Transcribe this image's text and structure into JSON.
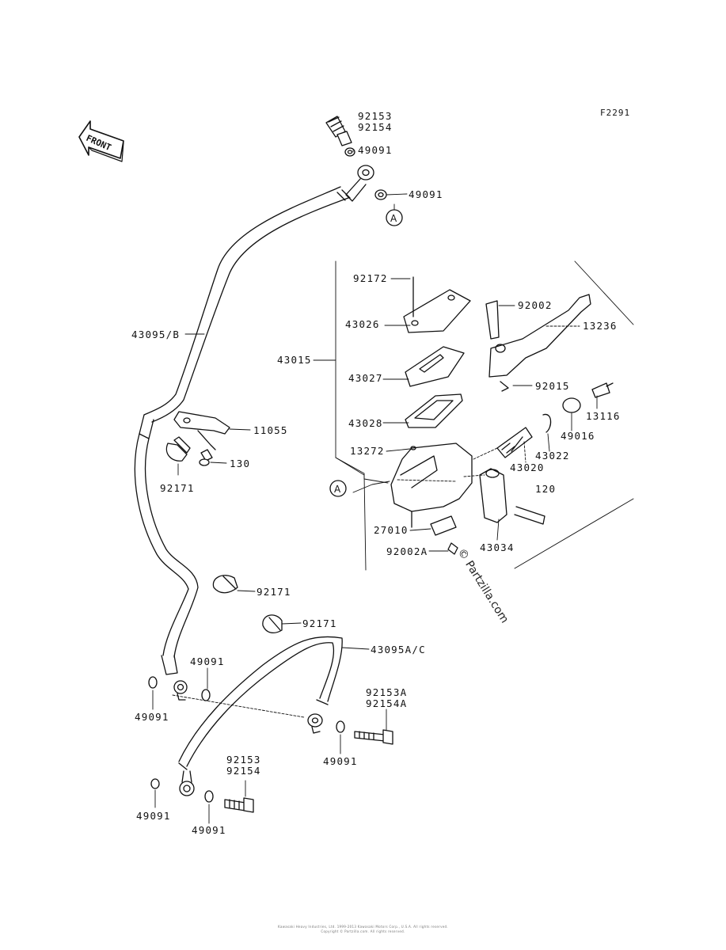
{
  "figure_code": "F2291",
  "front_arrow_text": "FRONT",
  "ref_marker": "A",
  "copyright_watermark": "© Partzilla.com",
  "footer_line_1": "Kawasaki Heavy Industries, Ltd. 1999-2013 Kawasaki Motors Corp., U.S.A. All rights reserved.",
  "footer_line_2": "Copyright © Partzilla.com. All rights reserved.",
  "labels": {
    "p92153_top": "92153",
    "p92154_top": "92154",
    "p49091_a": "49091",
    "p49091_b": "49091",
    "p43095B": "43095/B",
    "p11055": "11055",
    "p130": "130",
    "p92171_a": "92171",
    "p92171_b": "92171",
    "p92171_c": "92171",
    "p43095AC": "43095A/C",
    "p49091_c": "49091",
    "p49091_d": "49091",
    "p49091_e": "49091",
    "p92153A": "92153A",
    "p92154A": "92154A",
    "p92153_bot": "92153",
    "p92154_bot": "92154",
    "p49091_f": "49091",
    "p49091_g": "49091",
    "p92172": "92172",
    "p43026": "43026",
    "p43015": "43015",
    "p43027": "43027",
    "p43028": "43028",
    "p13272": "13272",
    "p27010": "27010",
    "p92002A": "92002A",
    "p92002": "92002",
    "p13236": "13236",
    "p92015": "92015",
    "p13116": "13116",
    "p49016": "49016",
    "p43022": "43022",
    "p43020": "43020",
    "p120": "120",
    "p43034": "43034"
  }
}
